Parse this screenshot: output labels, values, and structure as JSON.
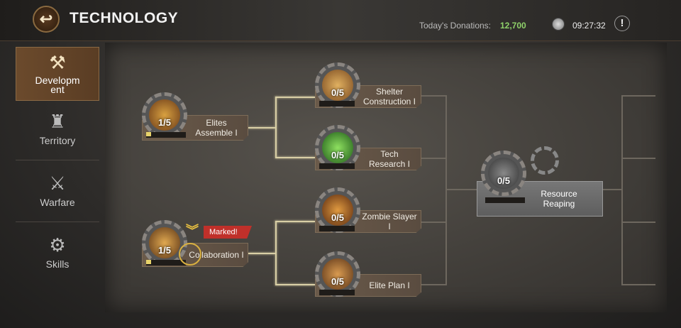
{
  "header": {
    "title": "TECHNOLOGY",
    "back_icon": "back-arrow-icon",
    "donations_label": "Today's Donations:",
    "donations_value": "12,700",
    "timer": "09:27:32",
    "info": "!"
  },
  "sidebar": {
    "tabs": [
      {
        "label": "Developm ent",
        "icon": "hammer-icon",
        "active": true
      },
      {
        "label": "Territory",
        "icon": "soldier-icon"
      },
      {
        "label": "Warfare",
        "icon": "rifle-icon"
      },
      {
        "label": "Skills",
        "icon": "gears-icon"
      }
    ]
  },
  "nodes": [
    {
      "name": "Elites Assemble I",
      "level": "1/5"
    },
    {
      "name": "Collaboration I",
      "level": "1/5",
      "badge": "Marked!"
    },
    {
      "name": "Shelter Construction I",
      "level": "0/5"
    },
    {
      "name": "Tech Research I",
      "level": "0/5"
    },
    {
      "name": "Zombie Slayer I",
      "level": "0/5"
    },
    {
      "name": "Elite Plan I",
      "level": "0/5"
    },
    {
      "name": "Resource Reaping",
      "level": "0/5"
    }
  ],
  "colors": {
    "accent": "#8fd16a",
    "marked": "#c0302a",
    "tab_active": "#6b4a2c"
  }
}
